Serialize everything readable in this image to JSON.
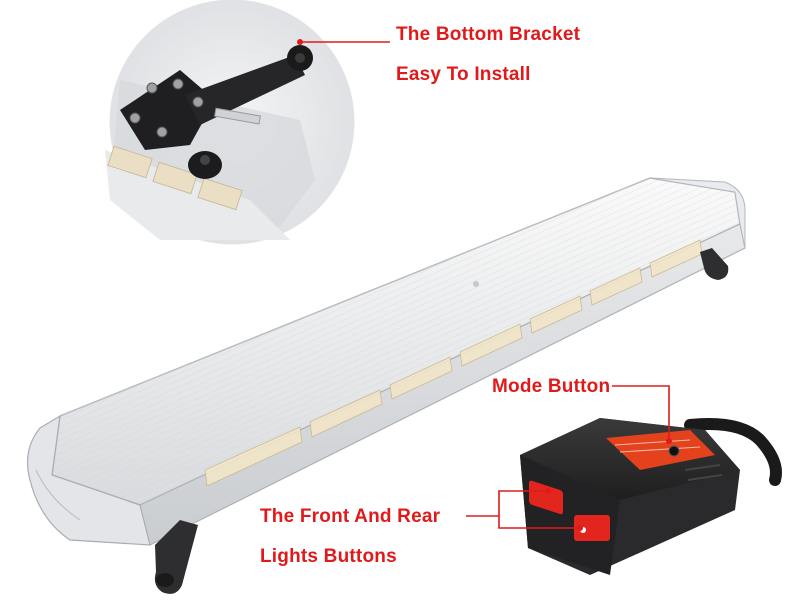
{
  "callouts": {
    "bracket_title": "The Bottom Bracket",
    "bracket_sub": "Easy To Install",
    "mode_button": "Mode Button",
    "front_rear_line1": "The Front And Rear",
    "front_rear_line2": "Lights Buttons"
  },
  "colors": {
    "callout_text": "#e01a1a",
    "leader_line": "#e01a1a",
    "controller_body": "#2b2b2b",
    "controller_label": "#e4421c",
    "switch_red": "#e2261d"
  }
}
